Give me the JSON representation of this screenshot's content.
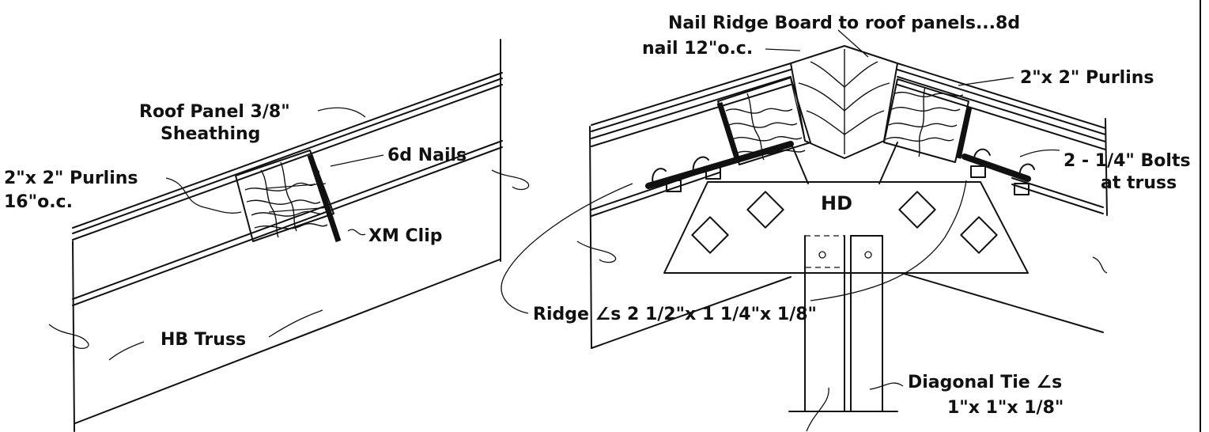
{
  "left_detail": {
    "roof_panel": {
      "line1": "Roof Panel 3/8\"",
      "line2": "Sheathing"
    },
    "purlins": {
      "line1": "2\"x 2\" Purlins",
      "line2": "16\"o.c."
    },
    "nails": "6d Nails",
    "clip": "XM Clip",
    "truss": "HB Truss"
  },
  "right_detail": {
    "ridge_board": {
      "line1": "Nail Ridge Board to roof panels...8d",
      "line2": "nail 12\"o.c."
    },
    "purlins": "2\"x 2\" Purlins",
    "bolts": {
      "line1": "2 - 1/4\" Bolts",
      "line2": "at truss"
    },
    "plate": "HD",
    "ridge_angles": "Ridge ∠s 2 1/2\"x 1 1/4\"x 1/8\"",
    "diagonal_tie": {
      "line1": "Diagonal Tie ∠s",
      "line2": "1\"x 1\"x 1/8\""
    }
  }
}
